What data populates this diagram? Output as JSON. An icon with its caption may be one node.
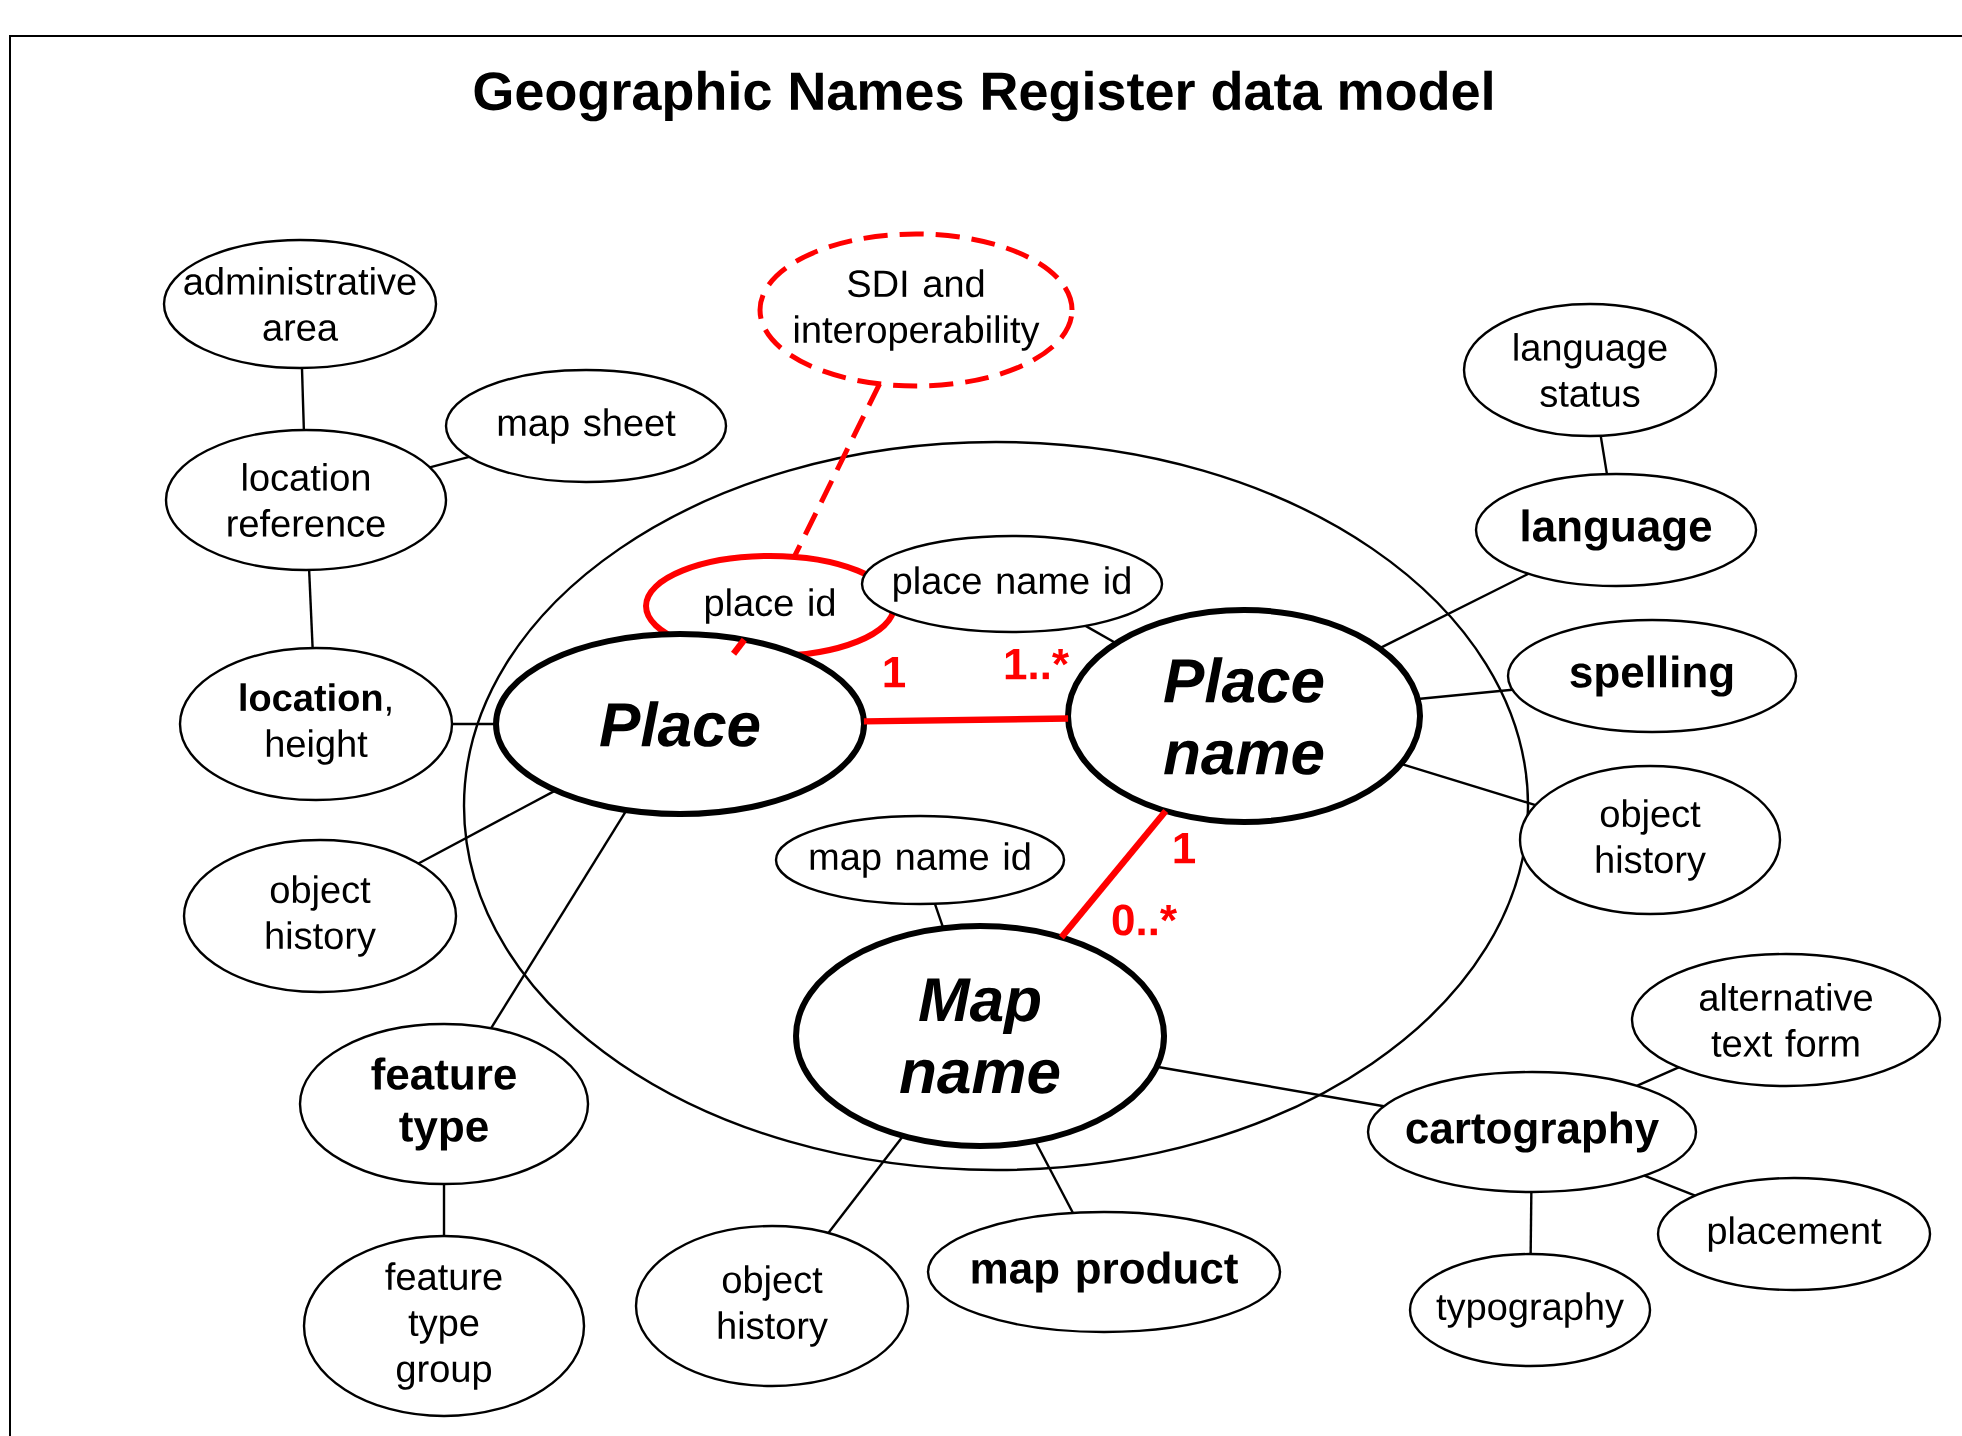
{
  "diagram": {
    "title": "Geographic Names Register data model",
    "nodes": [
      {
        "text": [],
        "shape": "ellipse"
      },
      {
        "text": [
          "administrative area"
        ]
      },
      {
        "text": [
          "SDI and interoperability"
        ]
      },
      {
        "text": [
          "map sheet"
        ]
      },
      {
        "text": [
          "language status"
        ]
      },
      {
        "text": [
          "location reference"
        ]
      },
      {
        "text": [
          "place id"
        ],
        "in": 0
      },
      {
        "text": [
          "place name id"
        ],
        "in": 0
      },
      {
        "text": [
          "language"
        ]
      },
      {
        "text": [
          "**location**, height"
        ]
      },
      {
        "text": [
          "Place"
        ],
        "in": 0
      },
      {
        "text": [
          "Place name"
        ],
        "in": 0
      },
      {
        "text": [
          "spelling"
        ]
      },
      {
        "text": [
          "object history"
        ]
      },
      {
        "text": [
          "map name id"
        ],
        "in": 0
      },
      {
        "text": [
          "object history"
        ]
      },
      {
        "text": [
          "Map name"
        ],
        "in": 0
      },
      {
        "text": [
          "feature type"
        ]
      },
      {
        "text": [
          "alternative text form"
        ]
      },
      {
        "text": [
          "cartography"
        ]
      },
      {
        "text": [
          "object history"
        ]
      },
      {
        "text": [
          "map product"
        ]
      },
      {
        "text": [
          "placement"
        ]
      },
      {
        "text": [
          "feature type group"
        ]
      },
      {
        "text": [
          "typography"
        ]
      }
    ],
    "edges": [
      {
        "from": 1,
        "to": 5,
        "arrow": "none"
      },
      {
        "from": 3,
        "to": 5,
        "arrow": "none"
      },
      {
        "from": 5,
        "to": 9,
        "arrow": "none"
      },
      {
        "from": 9,
        "to": 10,
        "arrow": "none"
      },
      {
        "from": 13,
        "to": 10,
        "arrow": "none"
      },
      {
        "from": 17,
        "to": 10,
        "arrow": "none"
      },
      {
        "from": 17,
        "to": 23,
        "arrow": "none"
      },
      {
        "from": 2,
        "to": 6,
        "arrow": "none",
        "style": "dashed",
        "color": "#ff0000"
      },
      {
        "from": 6,
        "to": 10,
        "arrow": "none",
        "style": "thick",
        "color": "#ff0000"
      },
      {
        "from": 10,
        "to": 11,
        "arrow": "none",
        "style": "thick",
        "color": "#ff0000"
      },
      {
        "from": 7,
        "to": 11,
        "arrow": "none"
      },
      {
        "from": 11,
        "to": 8,
        "arrow": "none"
      },
      {
        "from": 8,
        "to": 4,
        "arrow": "none"
      },
      {
        "from": 11,
        "to": 12,
        "arrow": "none"
      },
      {
        "from": 11,
        "to": 15,
        "arrow": "none"
      },
      {
        "from": 11,
        "to": 16,
        "arrow": "none",
        "style": "thick",
        "color": "#ff0000"
      },
      {
        "from": 14,
        "to": 16,
        "arrow": "none"
      },
      {
        "from": 16,
        "to": 20,
        "arrow": "none"
      },
      {
        "from": 16,
        "to": 21,
        "arrow": "none"
      },
      {
        "from": 16,
        "to": 19,
        "arrow": "none"
      },
      {
        "from": 19,
        "to": 18,
        "arrow": "none"
      },
      {
        "from": 19,
        "to": 22,
        "arrow": "none"
      },
      {
        "from": 19,
        "to": 24,
        "arrow": "none"
      }
    ],
    "labels": [
      "1",
      "1..*",
      "1",
      "0..*"
    ]
  }
}
